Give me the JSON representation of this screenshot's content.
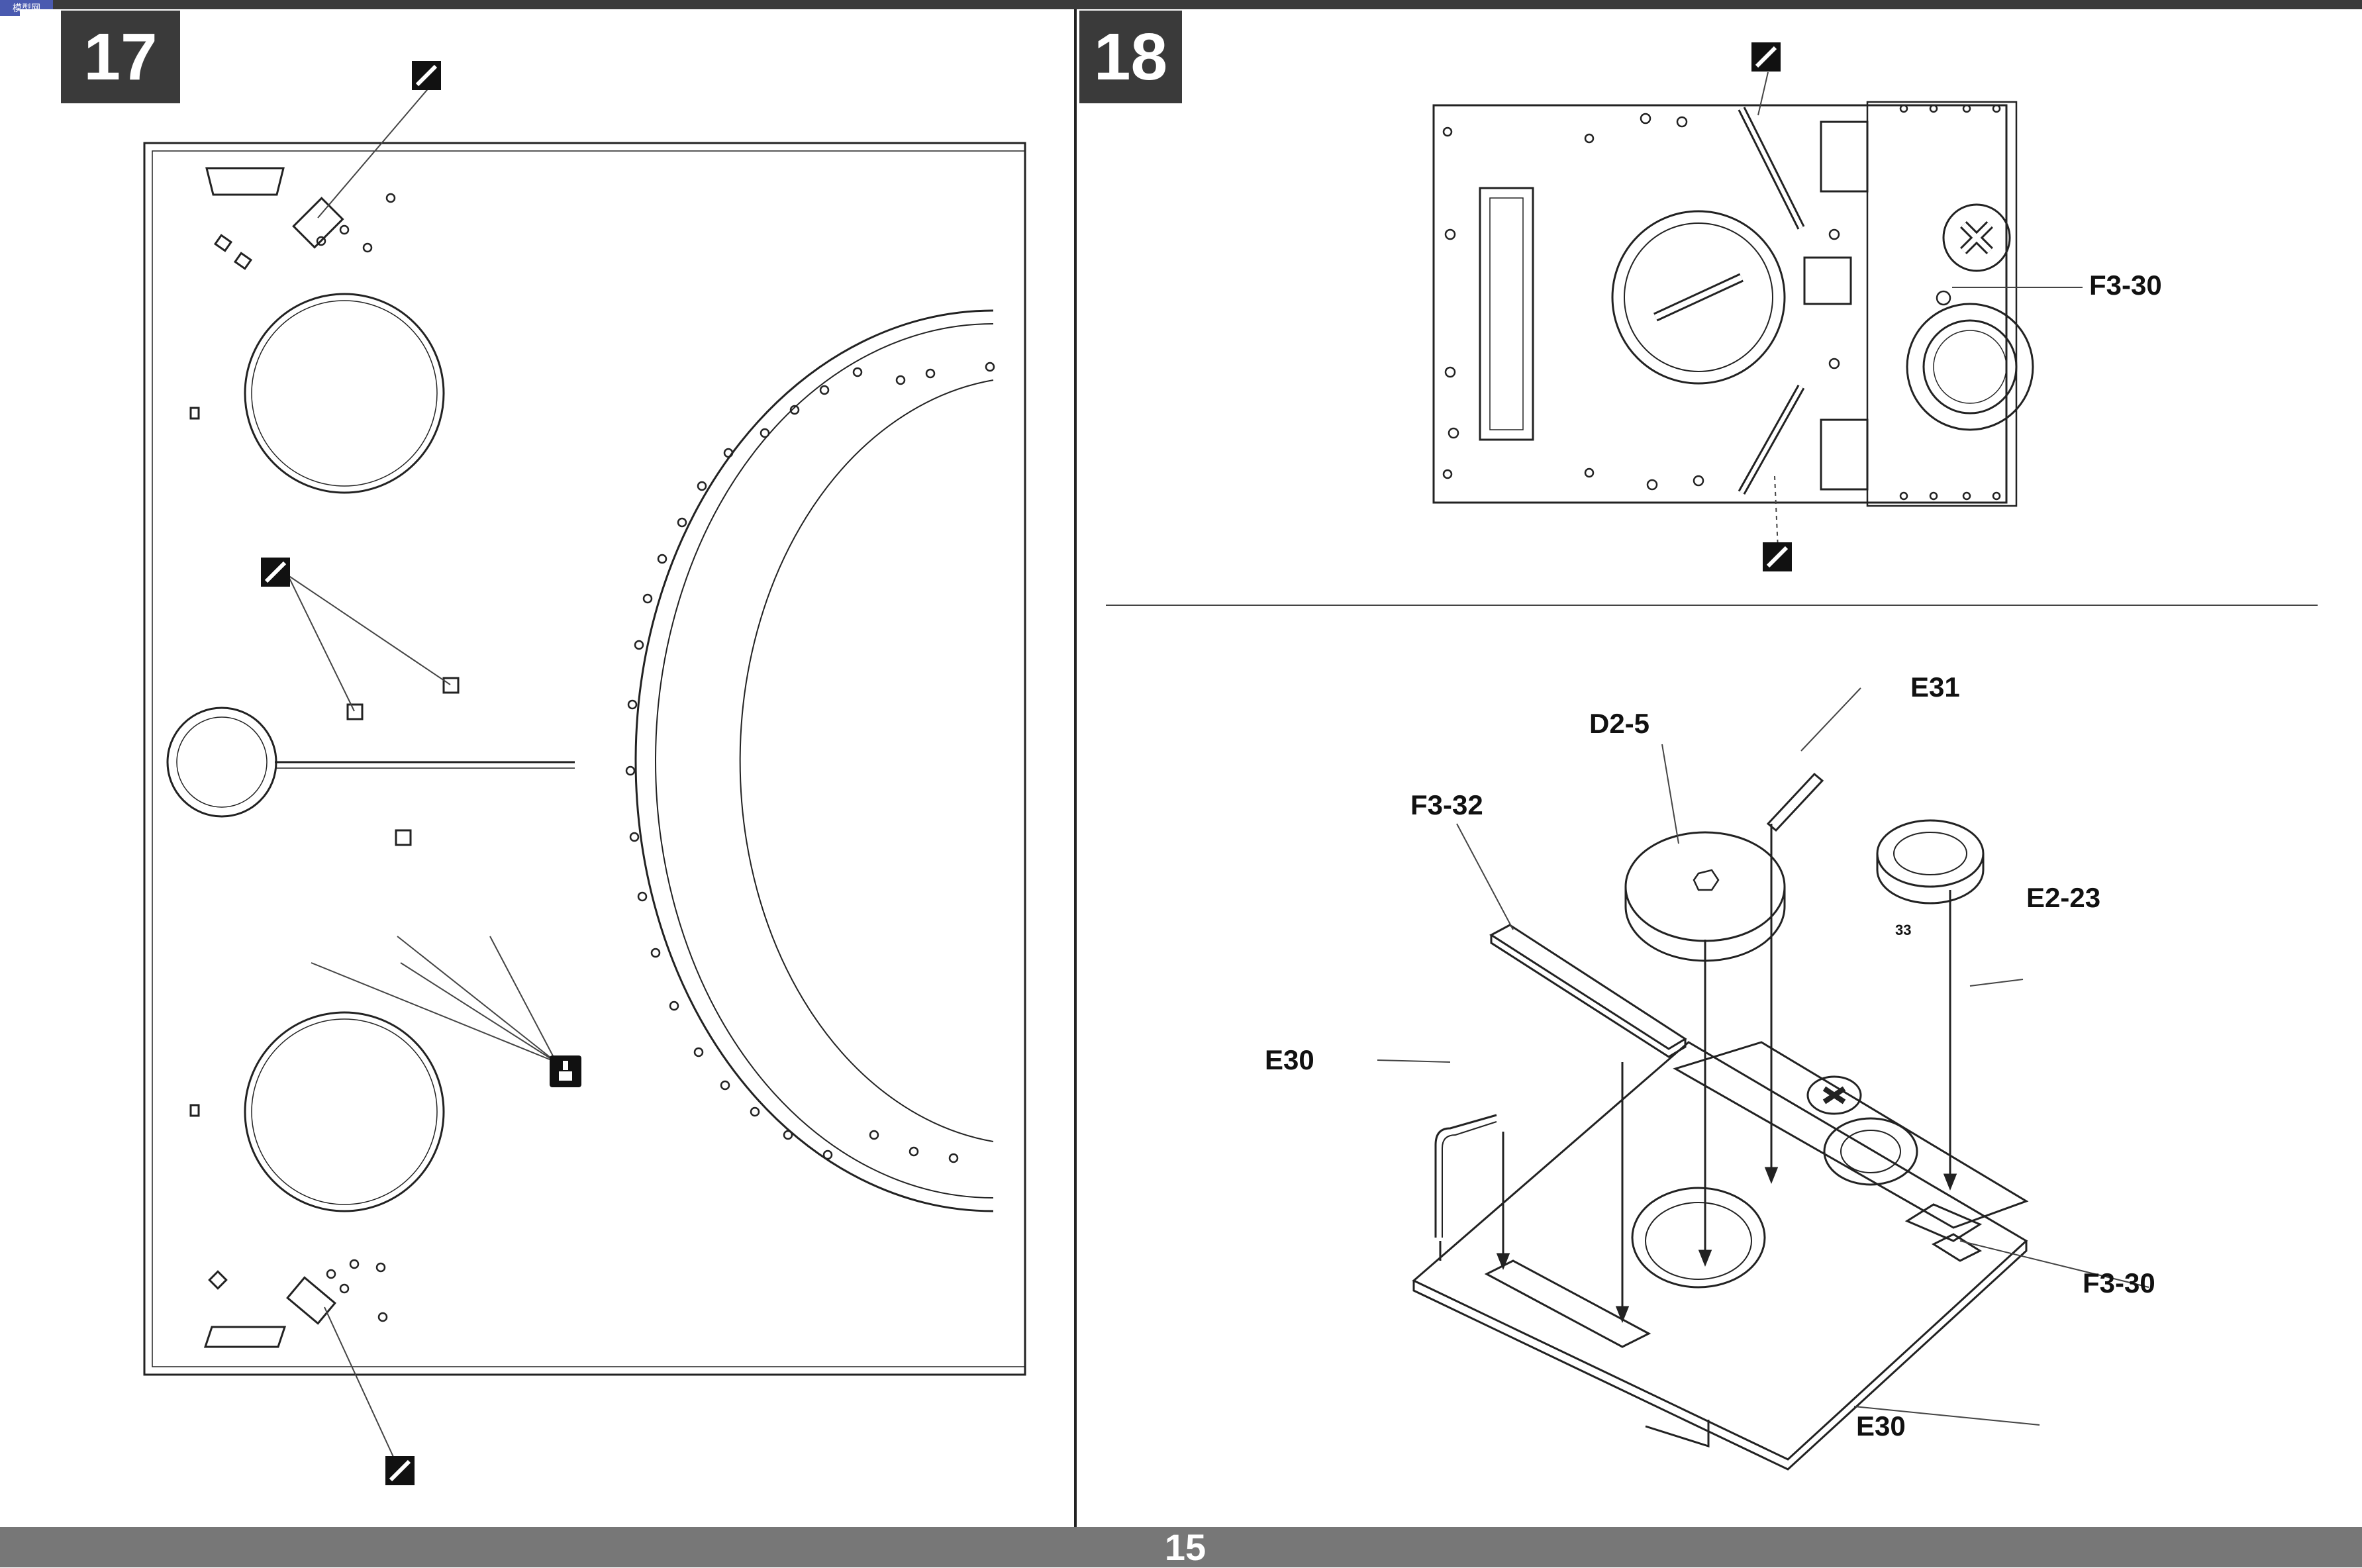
{
  "site_tag": "模型网",
  "steps": {
    "left": "17",
    "right": "18"
  },
  "callouts": {
    "f3_30_top": "F3-30",
    "e31": "E31",
    "d2_5": "D2-5",
    "f3_32": "F3-32",
    "e2_23": "E2-23",
    "e2_23_mark": "33",
    "e30_left": "E30",
    "f3_30_bottom": "F3-30",
    "e30_bottom": "E30"
  },
  "page_number": "15",
  "icons": {
    "drill_hole": "drill-hole-icon",
    "cut_off": "cut-off-icon"
  }
}
